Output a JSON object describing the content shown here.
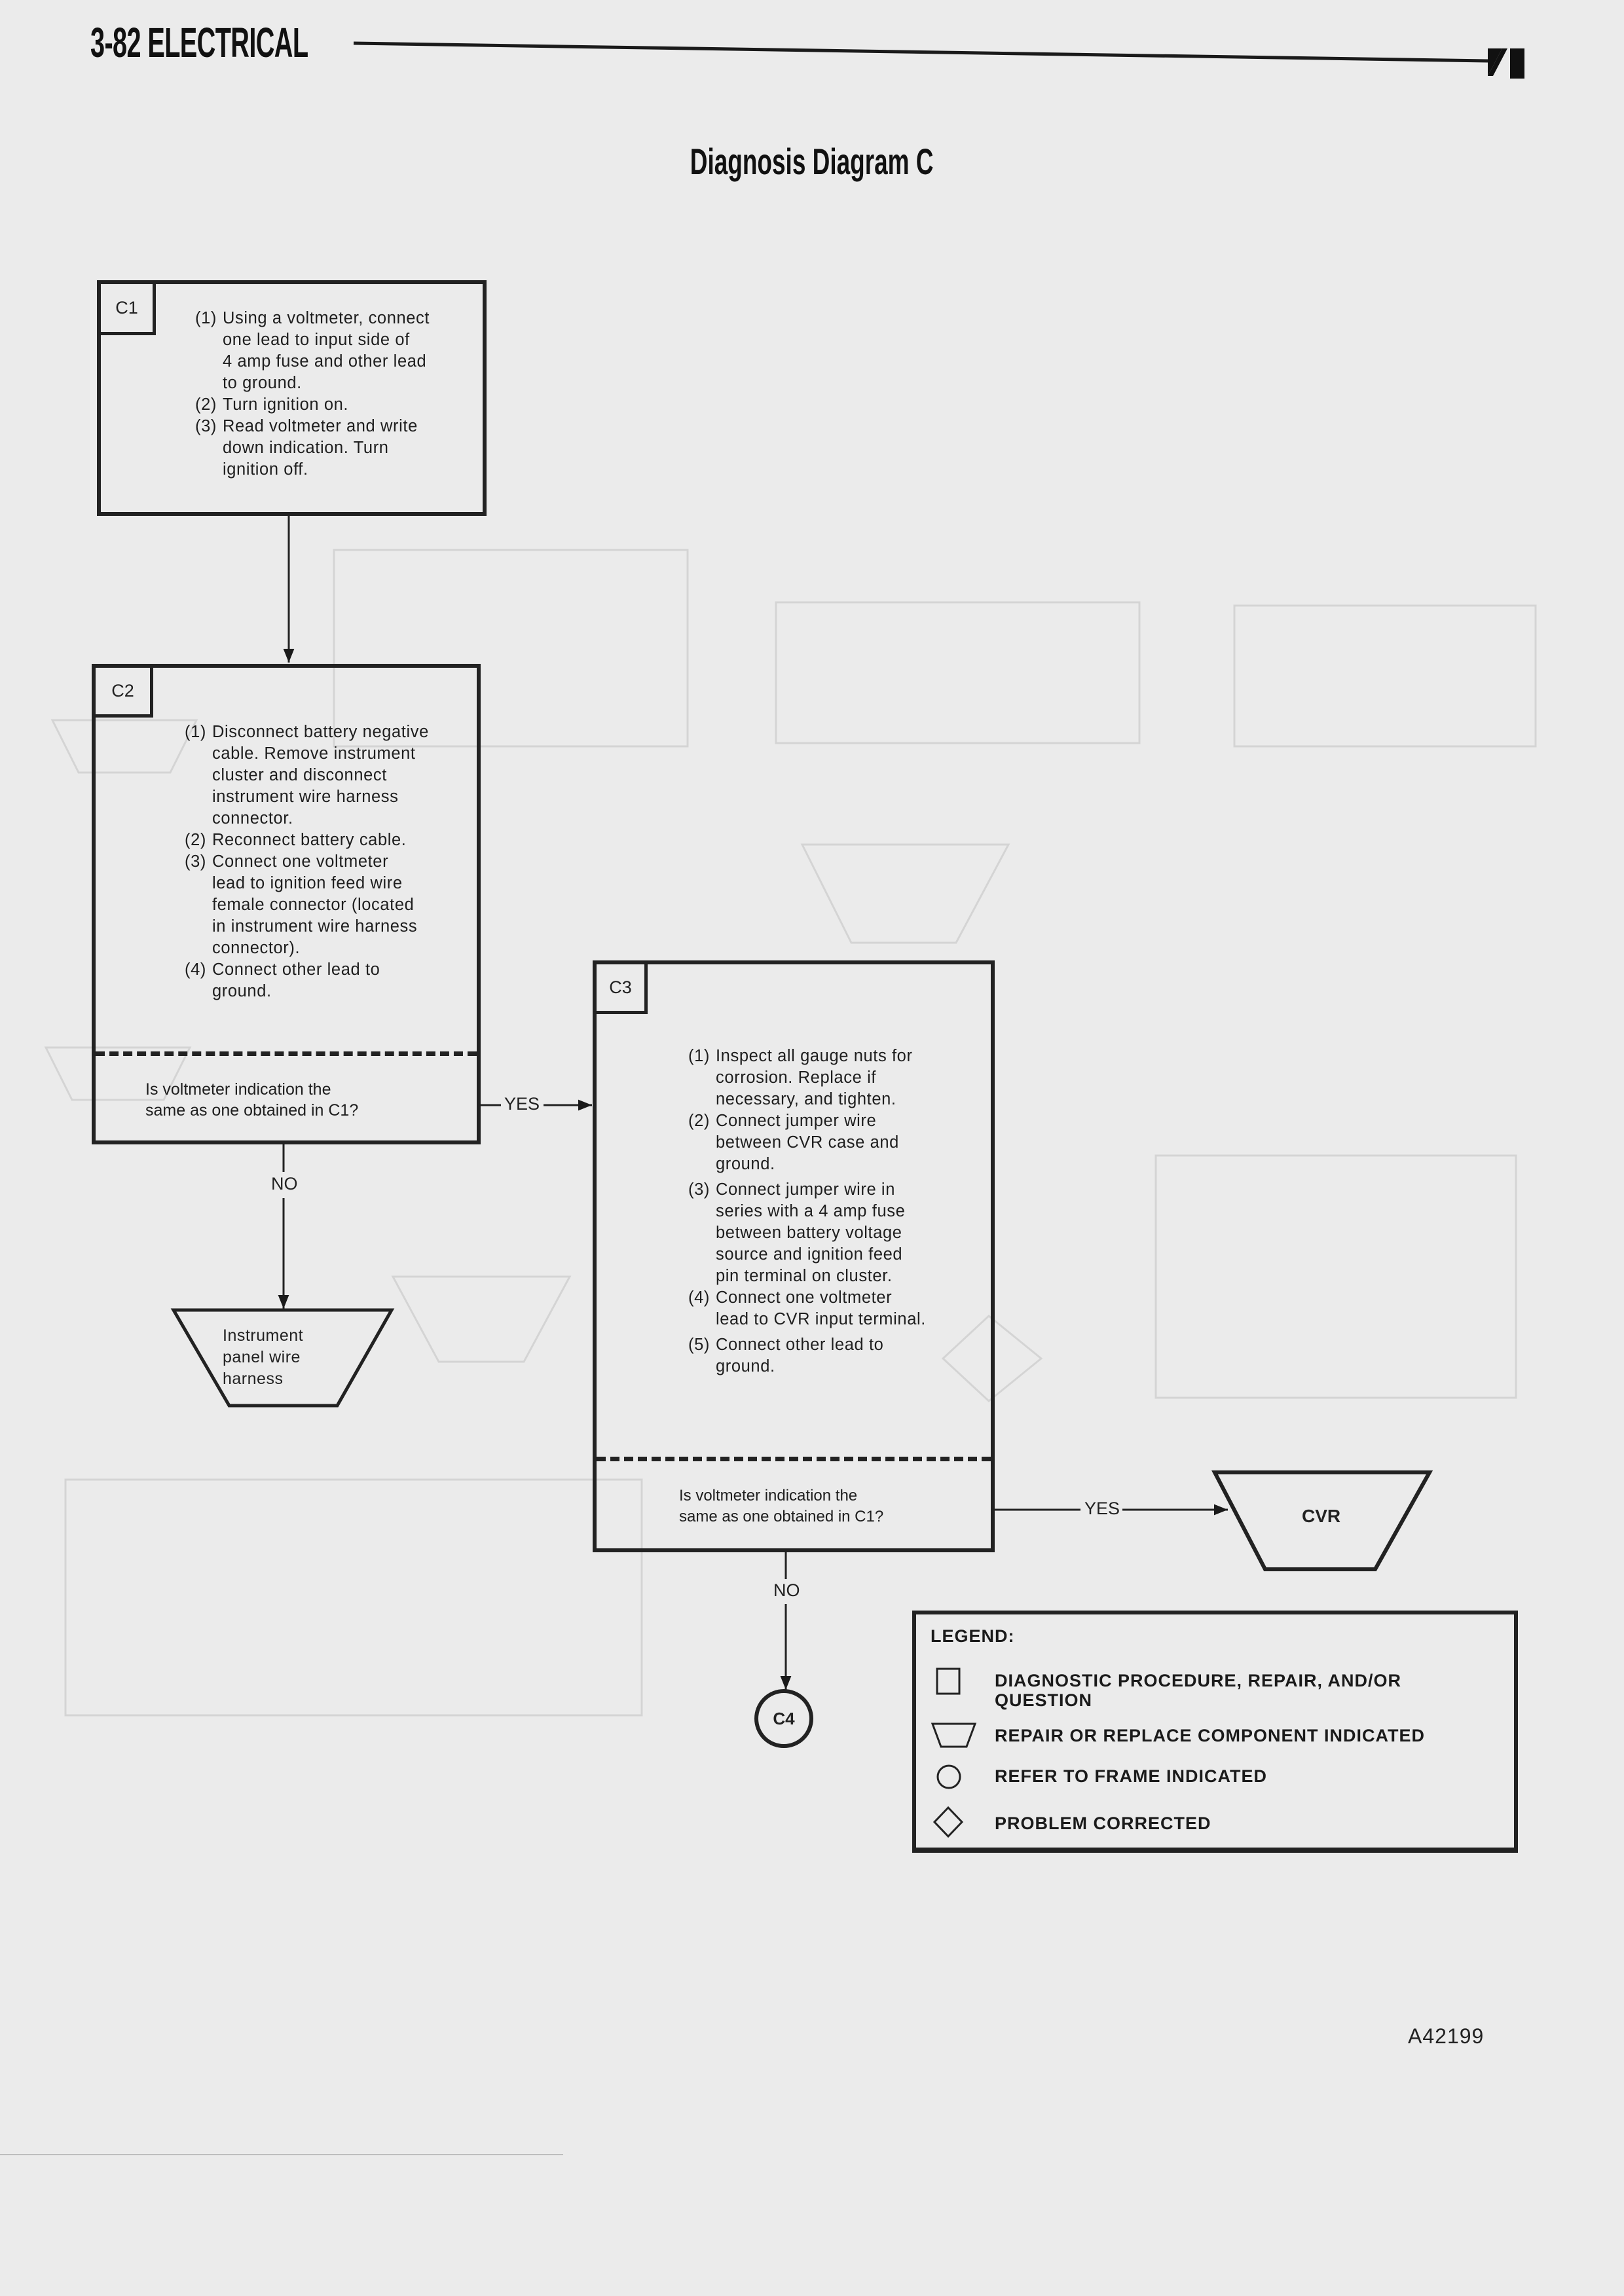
{
  "header": {
    "section": "3-82 ELECTRICAL",
    "logo_icon": "manufacturer-logo-mark"
  },
  "title": "Diagnosis Diagram C",
  "frames": {
    "c1": {
      "id": "C1",
      "steps": [
        {
          "num": "(1)",
          "text": "Using a voltmeter, connect\none lead to input side of\n4 amp fuse and other lead\nto ground."
        },
        {
          "num": "(2)",
          "text": "Turn ignition on."
        },
        {
          "num": "(3)",
          "text": "Read voltmeter and write\ndown indication.  Turn\nignition off."
        }
      ]
    },
    "c2": {
      "id": "C2",
      "steps": [
        {
          "num": "(1)",
          "text": "Disconnect battery negative\ncable.  Remove instrument\ncluster and disconnect\ninstrument wire harness\nconnector."
        },
        {
          "num": "(2)",
          "text": "Reconnect battery cable."
        },
        {
          "num": "(3)",
          "text": "Connect one voltmeter\nlead to ignition feed wire\nfemale connector (located\nin instrument wire harness\nconnector)."
        },
        {
          "num": "(4)",
          "text": "Connect other lead to\nground."
        }
      ],
      "question": "Is voltmeter indication the\nsame as one obtained in C1?",
      "yes_label": "YES",
      "no_label": "NO"
    },
    "c3": {
      "id": "C3",
      "steps": [
        {
          "num": "(1)",
          "text": "Inspect all gauge nuts for\ncorrosion.  Replace if\nnecessary, and tighten."
        },
        {
          "num": "(2)",
          "text": "Connect jumper wire\nbetween CVR case and\nground."
        },
        {
          "num": "(3)",
          "text": "Connect jumper wire in\nseries with a 4 amp fuse\nbetween battery voltage\nsource and ignition feed\npin terminal on cluster."
        },
        {
          "num": "(4)",
          "text": "Connect one voltmeter\nlead to CVR input terminal."
        },
        {
          "num": "(5)",
          "text": "Connect other lead to\nground."
        }
      ],
      "question": "Is voltmeter indication the\nsame as one obtained in C1?",
      "yes_label": "YES",
      "no_label": "NO"
    }
  },
  "components": {
    "instrument_harness": "Instrument\npanel wire\nharness",
    "cvr": "CVR"
  },
  "refer_frames": {
    "c4": "C4"
  },
  "legend": {
    "title": "LEGEND:",
    "items": [
      {
        "symbol": "square-icon",
        "label": "DIAGNOSTIC PROCEDURE, REPAIR, AND/OR\nQUESTION"
      },
      {
        "symbol": "trapezoid-icon",
        "label": "REPAIR OR REPLACE COMPONENT INDICATED"
      },
      {
        "symbol": "circle-icon",
        "label": "REFER TO FRAME INDICATED"
      },
      {
        "symbol": "diamond-icon",
        "label": "PROBLEM CORRECTED"
      }
    ]
  },
  "reference_code": "A42199",
  "colors": {
    "paper": "#ebebeb",
    "ink": "#222222"
  }
}
